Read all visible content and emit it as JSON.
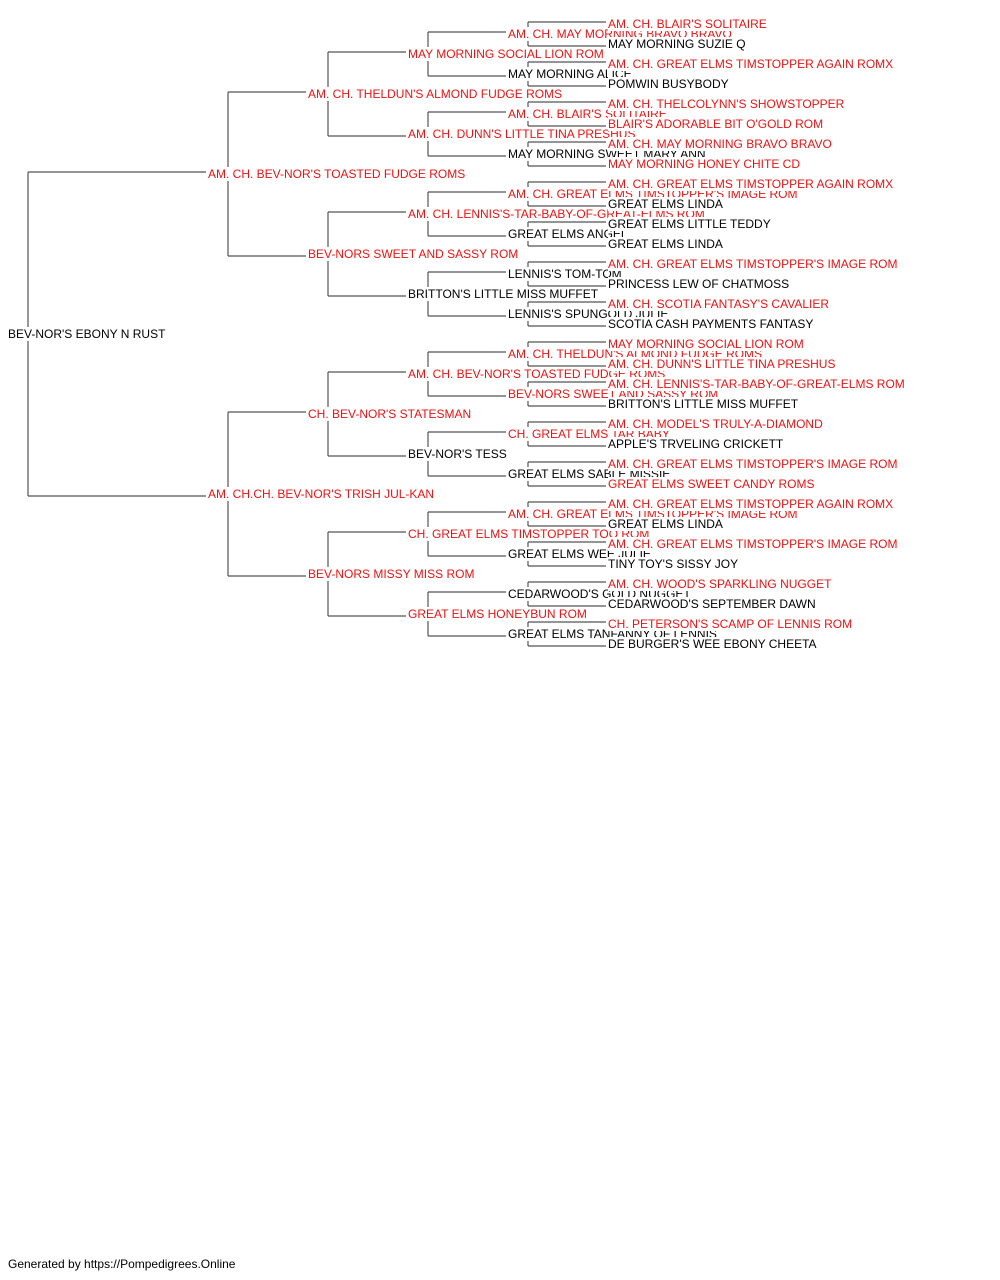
{
  "subject": {
    "name": "BEV-NOR'S EBONY N RUST",
    "titled": false
  },
  "gen1": [
    {
      "name": "AM. CH. BEV-NOR'S TOASTED FUDGE ROMS",
      "titled": true
    },
    {
      "name": "AM. CH.CH. BEV-NOR'S TRISH JUL-KAN",
      "titled": true
    }
  ],
  "gen2": [
    {
      "name": "AM. CH. THELDUN'S ALMOND FUDGE ROMS",
      "titled": true
    },
    {
      "name": "BEV-NORS SWEET AND SASSY ROM",
      "titled": true
    },
    {
      "name": "CH. BEV-NOR'S STATESMAN",
      "titled": true
    },
    {
      "name": "BEV-NORS MISSY MISS ROM",
      "titled": true
    }
  ],
  "gen3": [
    {
      "name": "MAY MORNING SOCIAL LION ROM",
      "titled": true
    },
    {
      "name": "AM. CH. DUNN'S LITTLE TINA PRESHUS",
      "titled": true
    },
    {
      "name": "AM. CH. LENNIS'S-TAR-BABY-OF-GREAT-ELMS ROM",
      "titled": true
    },
    {
      "name": "BRITTON'S LITTLE MISS MUFFET",
      "titled": false
    },
    {
      "name": "AM. CH. BEV-NOR'S TOASTED FUDGE ROMS",
      "titled": true
    },
    {
      "name": "BEV-NOR'S TESS",
      "titled": false
    },
    {
      "name": "CH. GREAT ELMS TIMSTOPPER TOO ROM",
      "titled": true
    },
    {
      "name": "GREAT ELMS HONEYBUN ROM",
      "titled": true
    }
  ],
  "gen4": [
    {
      "name": "AM. CH. MAY MORNING BRAVO BRAVO",
      "titled": true
    },
    {
      "name": "MAY MORNING ALICE",
      "titled": false
    },
    {
      "name": "AM. CH. BLAIR'S SOLITAIRE",
      "titled": true
    },
    {
      "name": "MAY MORNING SWEET MARY ANN",
      "titled": false
    },
    {
      "name": "AM. CH. GREAT ELMS TIMSTOPPER'S IMAGE ROM",
      "titled": true
    },
    {
      "name": "GREAT ELMS ANGEL",
      "titled": false
    },
    {
      "name": "LENNIS'S TOM-TOM",
      "titled": false
    },
    {
      "name": "LENNIS'S SPUNGOLD JULIE",
      "titled": false
    },
    {
      "name": "AM. CH. THELDUN'S ALMOND FUDGE ROMS",
      "titled": true
    },
    {
      "name": "BEV-NORS SWEET AND SASSY ROM",
      "titled": true
    },
    {
      "name": "CH. GREAT ELMS TAR BABY",
      "titled": true
    },
    {
      "name": "GREAT ELMS SABLE MISSIE",
      "titled": false
    },
    {
      "name": "AM. CH. GREAT ELMS TIMSTOPPER'S IMAGE ROM",
      "titled": true
    },
    {
      "name": "GREAT ELMS WEE JULIE",
      "titled": false
    },
    {
      "name": "CEDARWOOD'S GOLD NUGGET",
      "titled": false
    },
    {
      "name": "GREAT ELMS TANFANNY OF LENNIS",
      "titled": false
    }
  ],
  "gen5": [
    {
      "name": "AM. CH. BLAIR'S SOLITAIRE",
      "titled": true
    },
    {
      "name": "MAY MORNING SUZIE Q",
      "titled": false
    },
    {
      "name": "AM. CH. GREAT ELMS TIMSTOPPER AGAIN ROMX",
      "titled": true
    },
    {
      "name": "POMWIN BUSYBODY",
      "titled": false
    },
    {
      "name": "AM. CH. THELCOLYNN'S SHOWSTOPPER",
      "titled": true
    },
    {
      "name": "BLAIR'S ADORABLE BIT O'GOLD ROM",
      "titled": true
    },
    {
      "name": "AM. CH. MAY MORNING BRAVO BRAVO",
      "titled": true
    },
    {
      "name": "MAY MORNING HONEY CHITE CD",
      "titled": true
    },
    {
      "name": "AM. CH. GREAT ELMS TIMSTOPPER AGAIN ROMX",
      "titled": true
    },
    {
      "name": "GREAT ELMS LINDA",
      "titled": false
    },
    {
      "name": "GREAT ELMS LITTLE TEDDY",
      "titled": false
    },
    {
      "name": "GREAT ELMS LINDA",
      "titled": false
    },
    {
      "name": "AM. CH. GREAT ELMS TIMSTOPPER'S IMAGE ROM",
      "titled": true
    },
    {
      "name": "PRINCESS LEW OF CHATMOSS",
      "titled": false
    },
    {
      "name": "AM. CH. SCOTIA FANTASY'S CAVALIER",
      "titled": true
    },
    {
      "name": "SCOTIA CASH PAYMENTS FANTASY",
      "titled": false
    },
    {
      "name": "MAY MORNING SOCIAL LION ROM",
      "titled": true
    },
    {
      "name": "AM. CH. DUNN'S LITTLE TINA PRESHUS",
      "titled": true
    },
    {
      "name": "AM. CH. LENNIS'S-TAR-BABY-OF-GREAT-ELMS ROM",
      "titled": true
    },
    {
      "name": "BRITTON'S LITTLE MISS MUFFET",
      "titled": false
    },
    {
      "name": "AM. CH. MODEL'S TRULY-A-DIAMOND",
      "titled": true
    },
    {
      "name": "APPLE'S TRVELING CRICKETT",
      "titled": false
    },
    {
      "name": "AM. CH. GREAT ELMS TIMSTOPPER'S IMAGE ROM",
      "titled": true
    },
    {
      "name": "GREAT ELMS SWEET CANDY ROMS",
      "titled": true
    },
    {
      "name": "AM. CH. GREAT ELMS TIMSTOPPER AGAIN ROMX",
      "titled": true
    },
    {
      "name": "GREAT ELMS LINDA",
      "titled": false
    },
    {
      "name": "AM. CH. GREAT ELMS TIMSTOPPER'S IMAGE ROM",
      "titled": true
    },
    {
      "name": "TINY TOY'S SISSY JOY",
      "titled": false
    },
    {
      "name": "AM. CH. WOOD'S SPARKLING NUGGET",
      "titled": true
    },
    {
      "name": "CEDARWOOD'S SEPTEMBER DAWN",
      "titled": false
    },
    {
      "name": "CH. PETERSON'S SCAMP OF LENNIS ROM",
      "titled": true
    },
    {
      "name": "DE BURGER'S WEE EBONY CHEETA",
      "titled": false
    }
  ],
  "footer": "Generated by https://Pompedigrees.Online",
  "colors": {
    "titled": "#ee1111",
    "untitled": "#000000",
    "line": "#555555"
  }
}
